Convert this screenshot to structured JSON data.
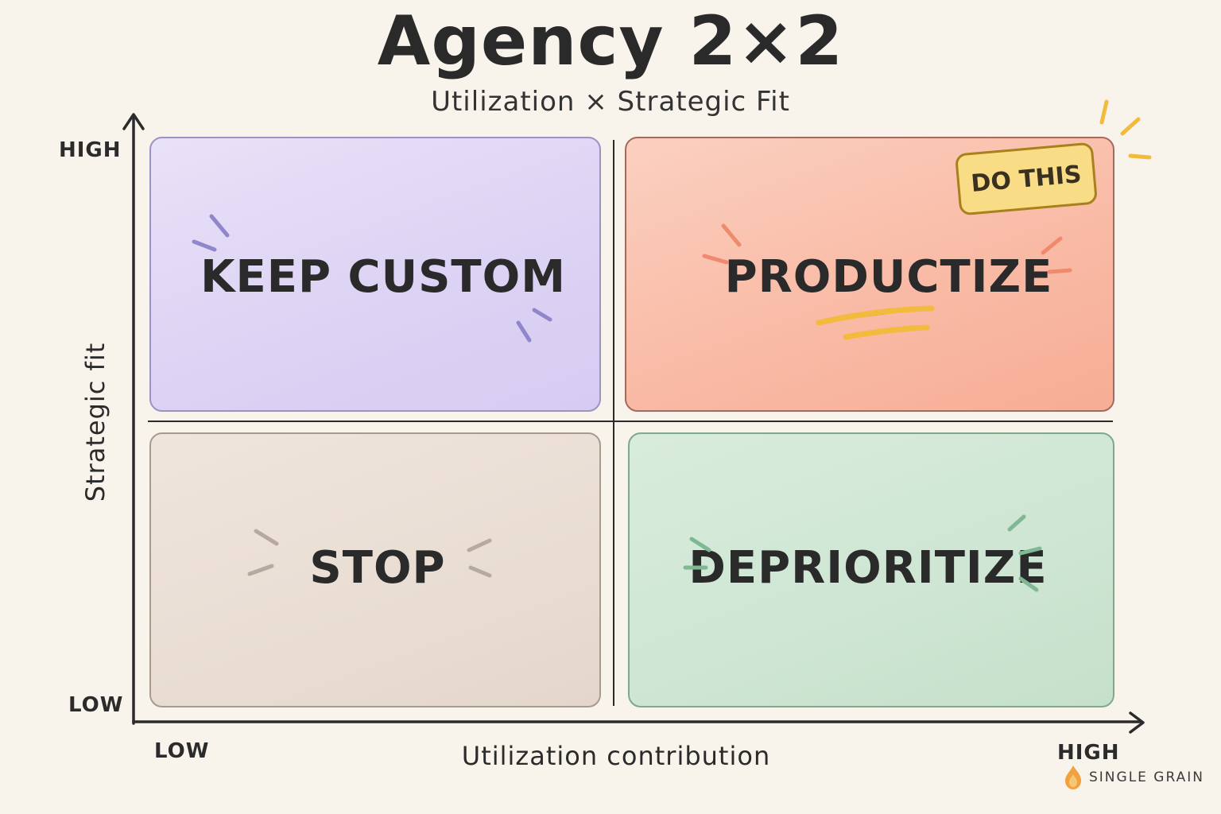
{
  "title": "Agency 2×2",
  "subtitle": "Utilization × Strategic Fit",
  "axes": {
    "y_high": "HIGH",
    "y_low": "LOW",
    "x_low": "LOW",
    "x_high": "HIGH",
    "x_title": "Utilization contribution",
    "y_title": "Strategic fit"
  },
  "quadrants": {
    "top_left": {
      "label": "KEEP CUSTOM",
      "color": "#ddd3f4"
    },
    "top_right": {
      "label": "PRODUCTIZE",
      "color": "#f9bba6"
    },
    "bottom_left": {
      "label": "STOP",
      "color": "#e9ddd3"
    },
    "bottom_right": {
      "label": "DEPRIORITIZE",
      "color": "#cfe6d4"
    }
  },
  "badge": {
    "label": "DO THIS",
    "color": "#f8dc86"
  },
  "brand": {
    "name": "SINGLE GRAIN",
    "icon": "flame-logo-icon",
    "color": "#f0a240"
  }
}
